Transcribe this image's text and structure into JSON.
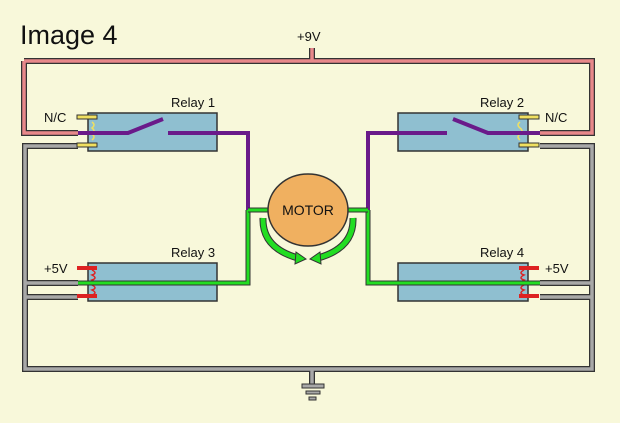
{
  "title": "Image 4",
  "supply_label": "+9V",
  "motor_label": "MOTOR",
  "relays": [
    {
      "name": "Relay 1",
      "contact_label": "N/C"
    },
    {
      "name": "Relay 2",
      "contact_label": "N/C"
    },
    {
      "name": "Relay 3",
      "coil_label": "+5V"
    },
    {
      "name": "Relay 4",
      "coil_label": "+5V"
    }
  ],
  "colors": {
    "background": "#f8f8da",
    "relay_body": "#8fbfd0",
    "supply_wire": "#e8888a",
    "ground_wire": "#a8a8a8",
    "switch_path": "#6a1a8a",
    "active_path": "#22dd22",
    "motor_fill": "#f0b060",
    "contact": "#f0e060",
    "coil": "#dd2222"
  }
}
